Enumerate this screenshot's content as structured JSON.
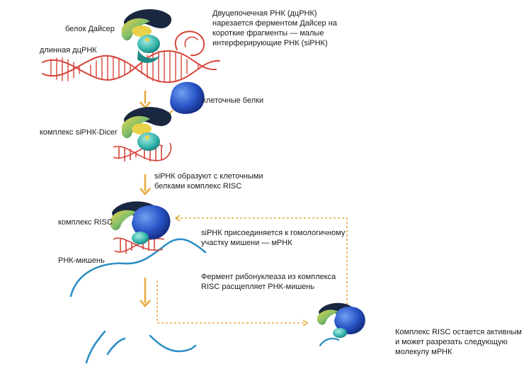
{
  "labels": {
    "dicer_protein": "белок Дайсер",
    "long_dsrna": "длинная дцРНК",
    "step1_line1": "Двуцепочечная РНК (дцРНК)",
    "step1_line2": "нарезается ферментом Дайсер на",
    "step1_line3": "короткие фрагменты — малые",
    "step1_line4": "интерферирующие РНК (siРНК)",
    "cell_proteins": "клеточные белки",
    "sirna_dicer_complex": "комплекс siРНК-Dicer",
    "step2_line1": "siРНК образуют с клеточными",
    "step2_line2": "белками комплекс RISC",
    "risc_complex": "комплекс RISC",
    "target_rna": "РНК-мишень",
    "step3_line1": "siРНК присоединяется к гомологичному",
    "step3_line2": "участку мишени — мРНК",
    "step4_line1": "Фермент рибонуклеаза из комплекса",
    "step4_line2": "RISC расщепляет РНК-мишень",
    "step5_line1": "Комплекс RISC остается активным",
    "step5_line2": "и может разрезать следующую",
    "step5_line3": "молекулу мРНК"
  },
  "colors": {
    "rna_helix": "#d6443a",
    "mrna": "#2d8fc4",
    "arrow": "#e8a93a",
    "dicer_dark": "#1a2740",
    "dicer_yellow": "#e9d24a",
    "dicer_teal": "#2fb0a8",
    "protein_blue": "#2a55c8"
  }
}
